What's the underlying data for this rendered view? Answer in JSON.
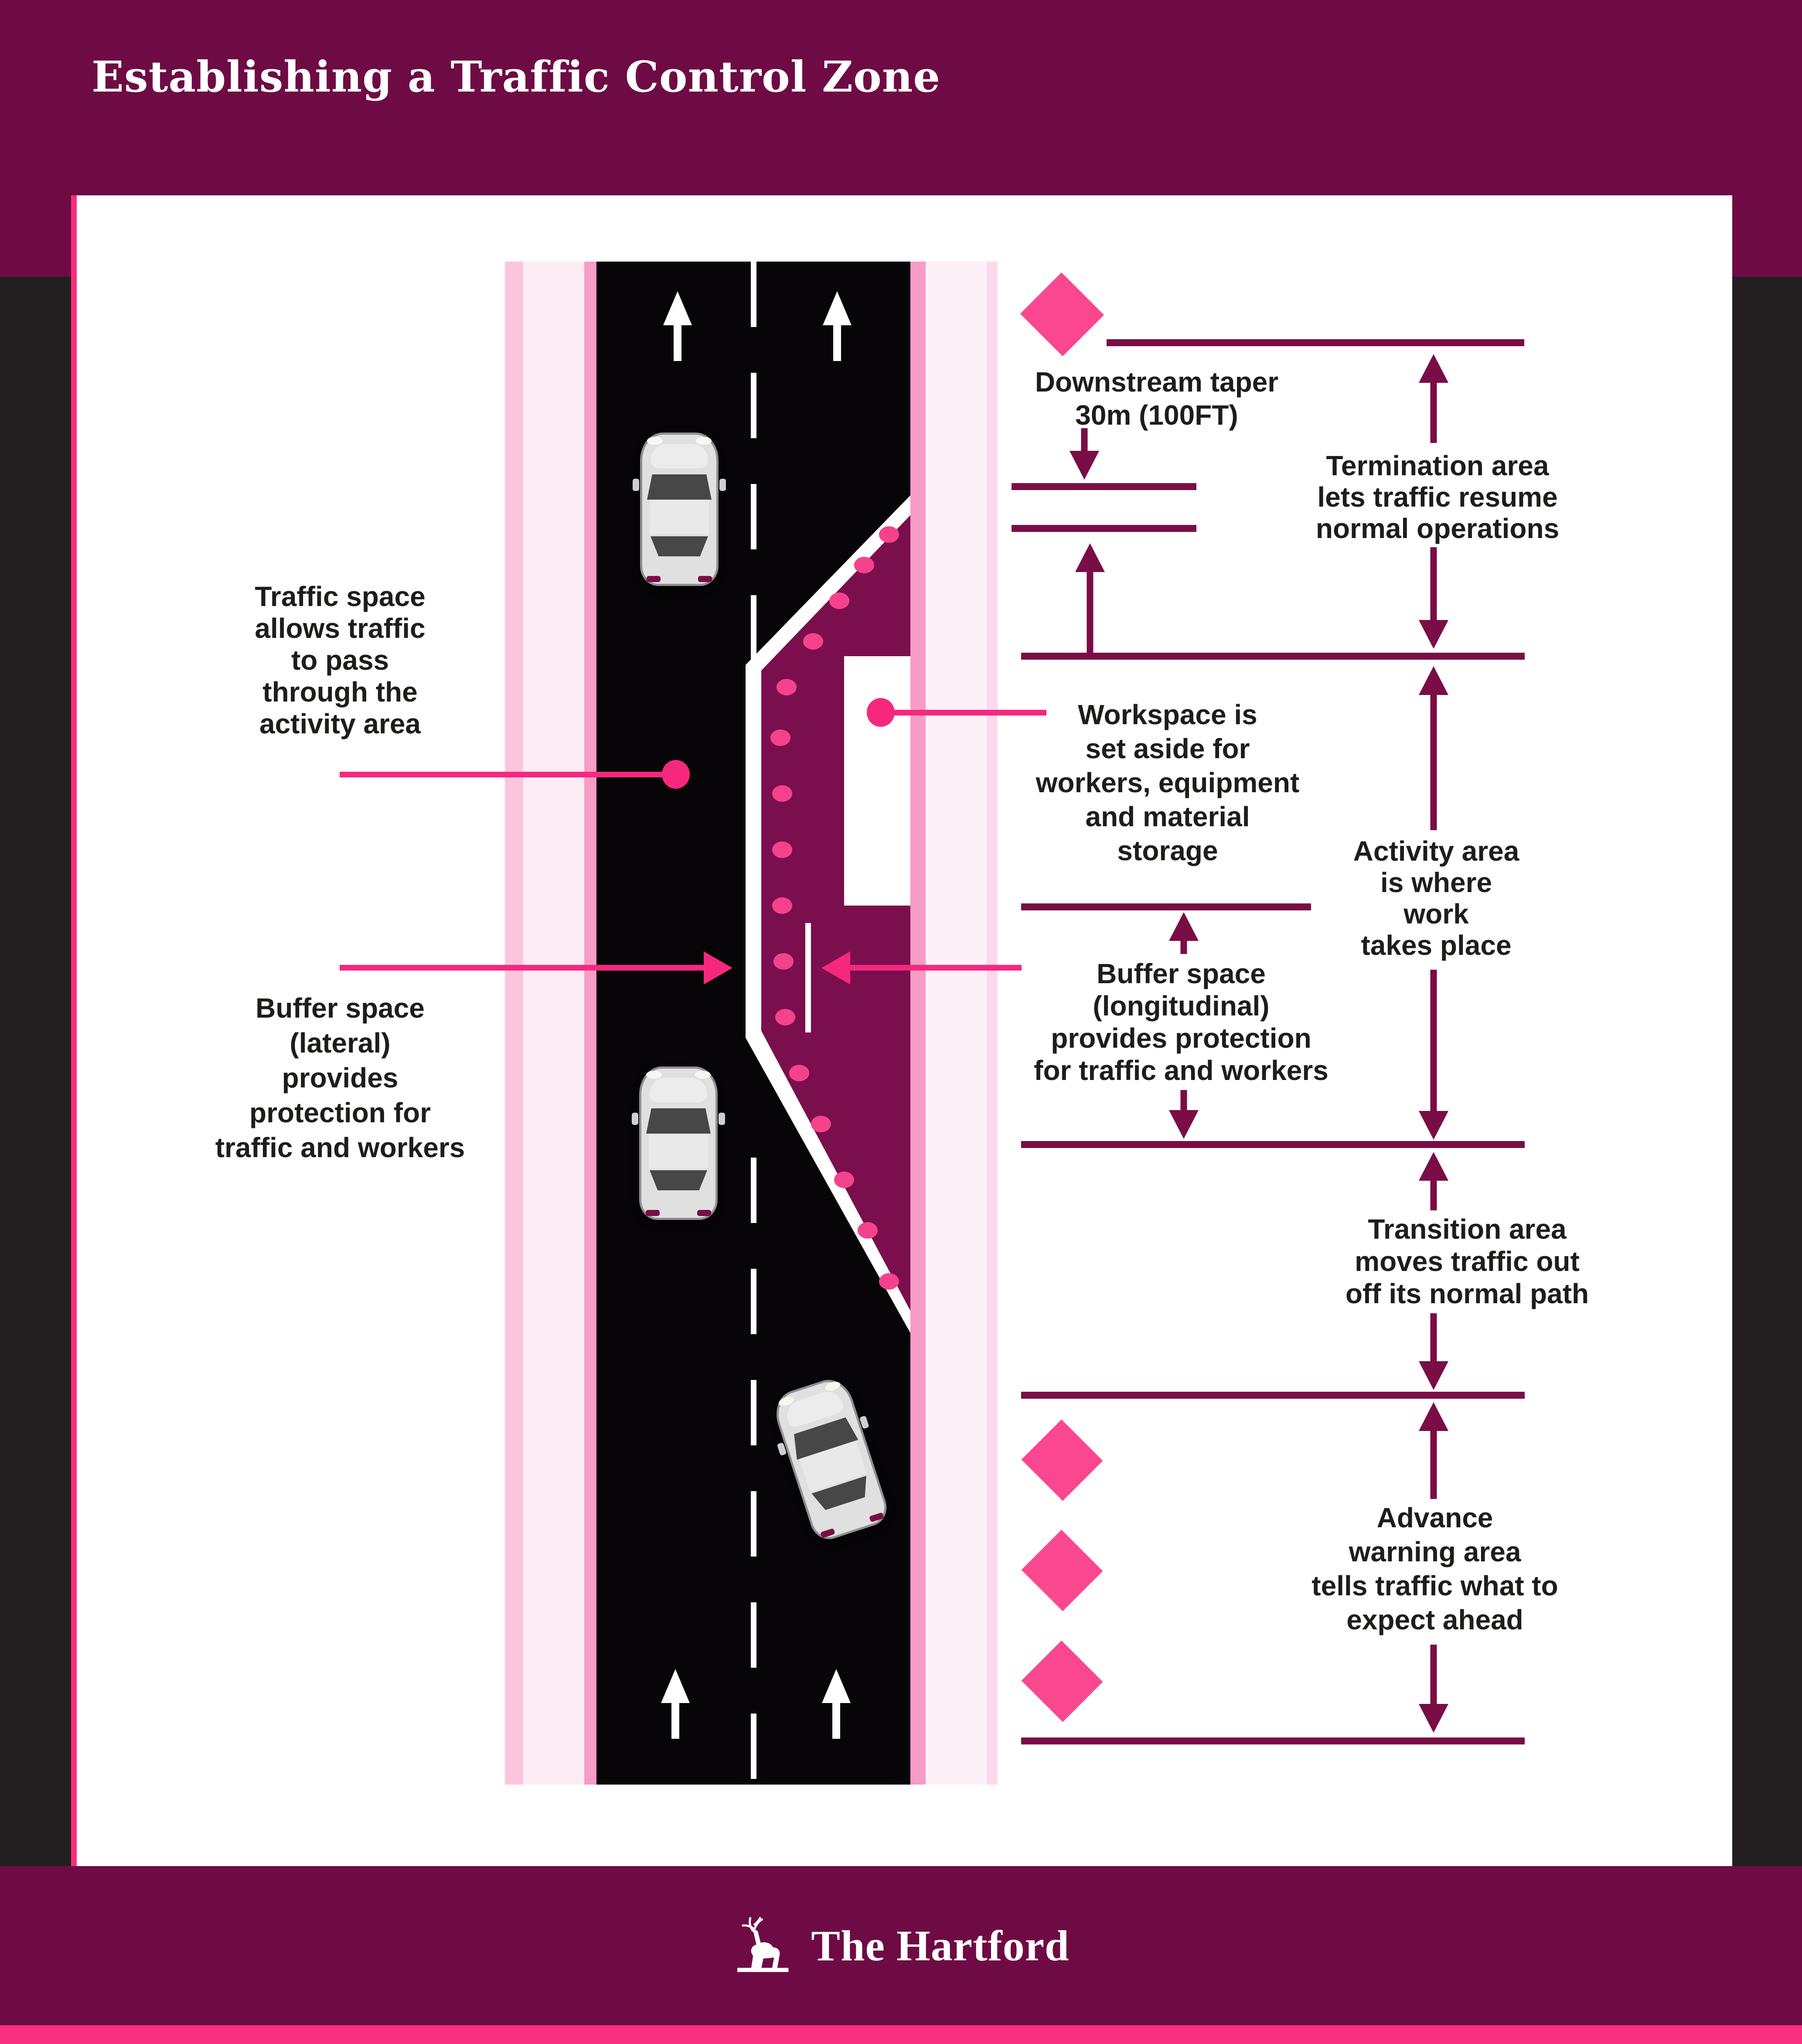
{
  "page_title": "Establishing a Traffic Control Zone",
  "footer": {
    "brand": "The Hartford"
  },
  "colors": {
    "header_maroon": "#6e0b44",
    "work_zone_maroon": "#7b0f4d",
    "rule_maroon": "#7a0d45",
    "accent_pink": "#f6287d",
    "diamond_pink": "#fb4690",
    "cone_pink": "#f5428c",
    "edge_stripe_pink": "#f79cc6",
    "shoulder_pink": "#fdecf3",
    "road_black": "#070508",
    "background_black": "#231f20",
    "bottom_strip_pink": "#fb2f7f"
  },
  "labels": {
    "traffic_space": [
      "Traffic space",
      "allows traffic",
      "to pass",
      "through the",
      "activity area"
    ],
    "buffer_lateral": [
      "Buffer space",
      "(lateral)",
      "provides",
      "protection for",
      "traffic and workers"
    ],
    "downstream_taper": [
      "Downstream taper",
      "30m (100FT)"
    ],
    "termination": [
      "Termination area",
      "lets traffic resume",
      "normal operations"
    ],
    "workspace": [
      "Workspace is",
      "set aside for",
      "workers, equipment",
      "and material",
      "storage"
    ],
    "activity": [
      "Activity area",
      "is where",
      "work",
      "takes place"
    ],
    "buffer_longitudinal": [
      "Buffer space",
      "(longitudinal)",
      "provides protection",
      "for traffic and workers"
    ],
    "transition": [
      "Transition area",
      "moves traffic out",
      "off its normal path"
    ],
    "advance_warning": [
      "Advance",
      "warning area",
      "tells traffic what to",
      "expect ahead"
    ]
  }
}
